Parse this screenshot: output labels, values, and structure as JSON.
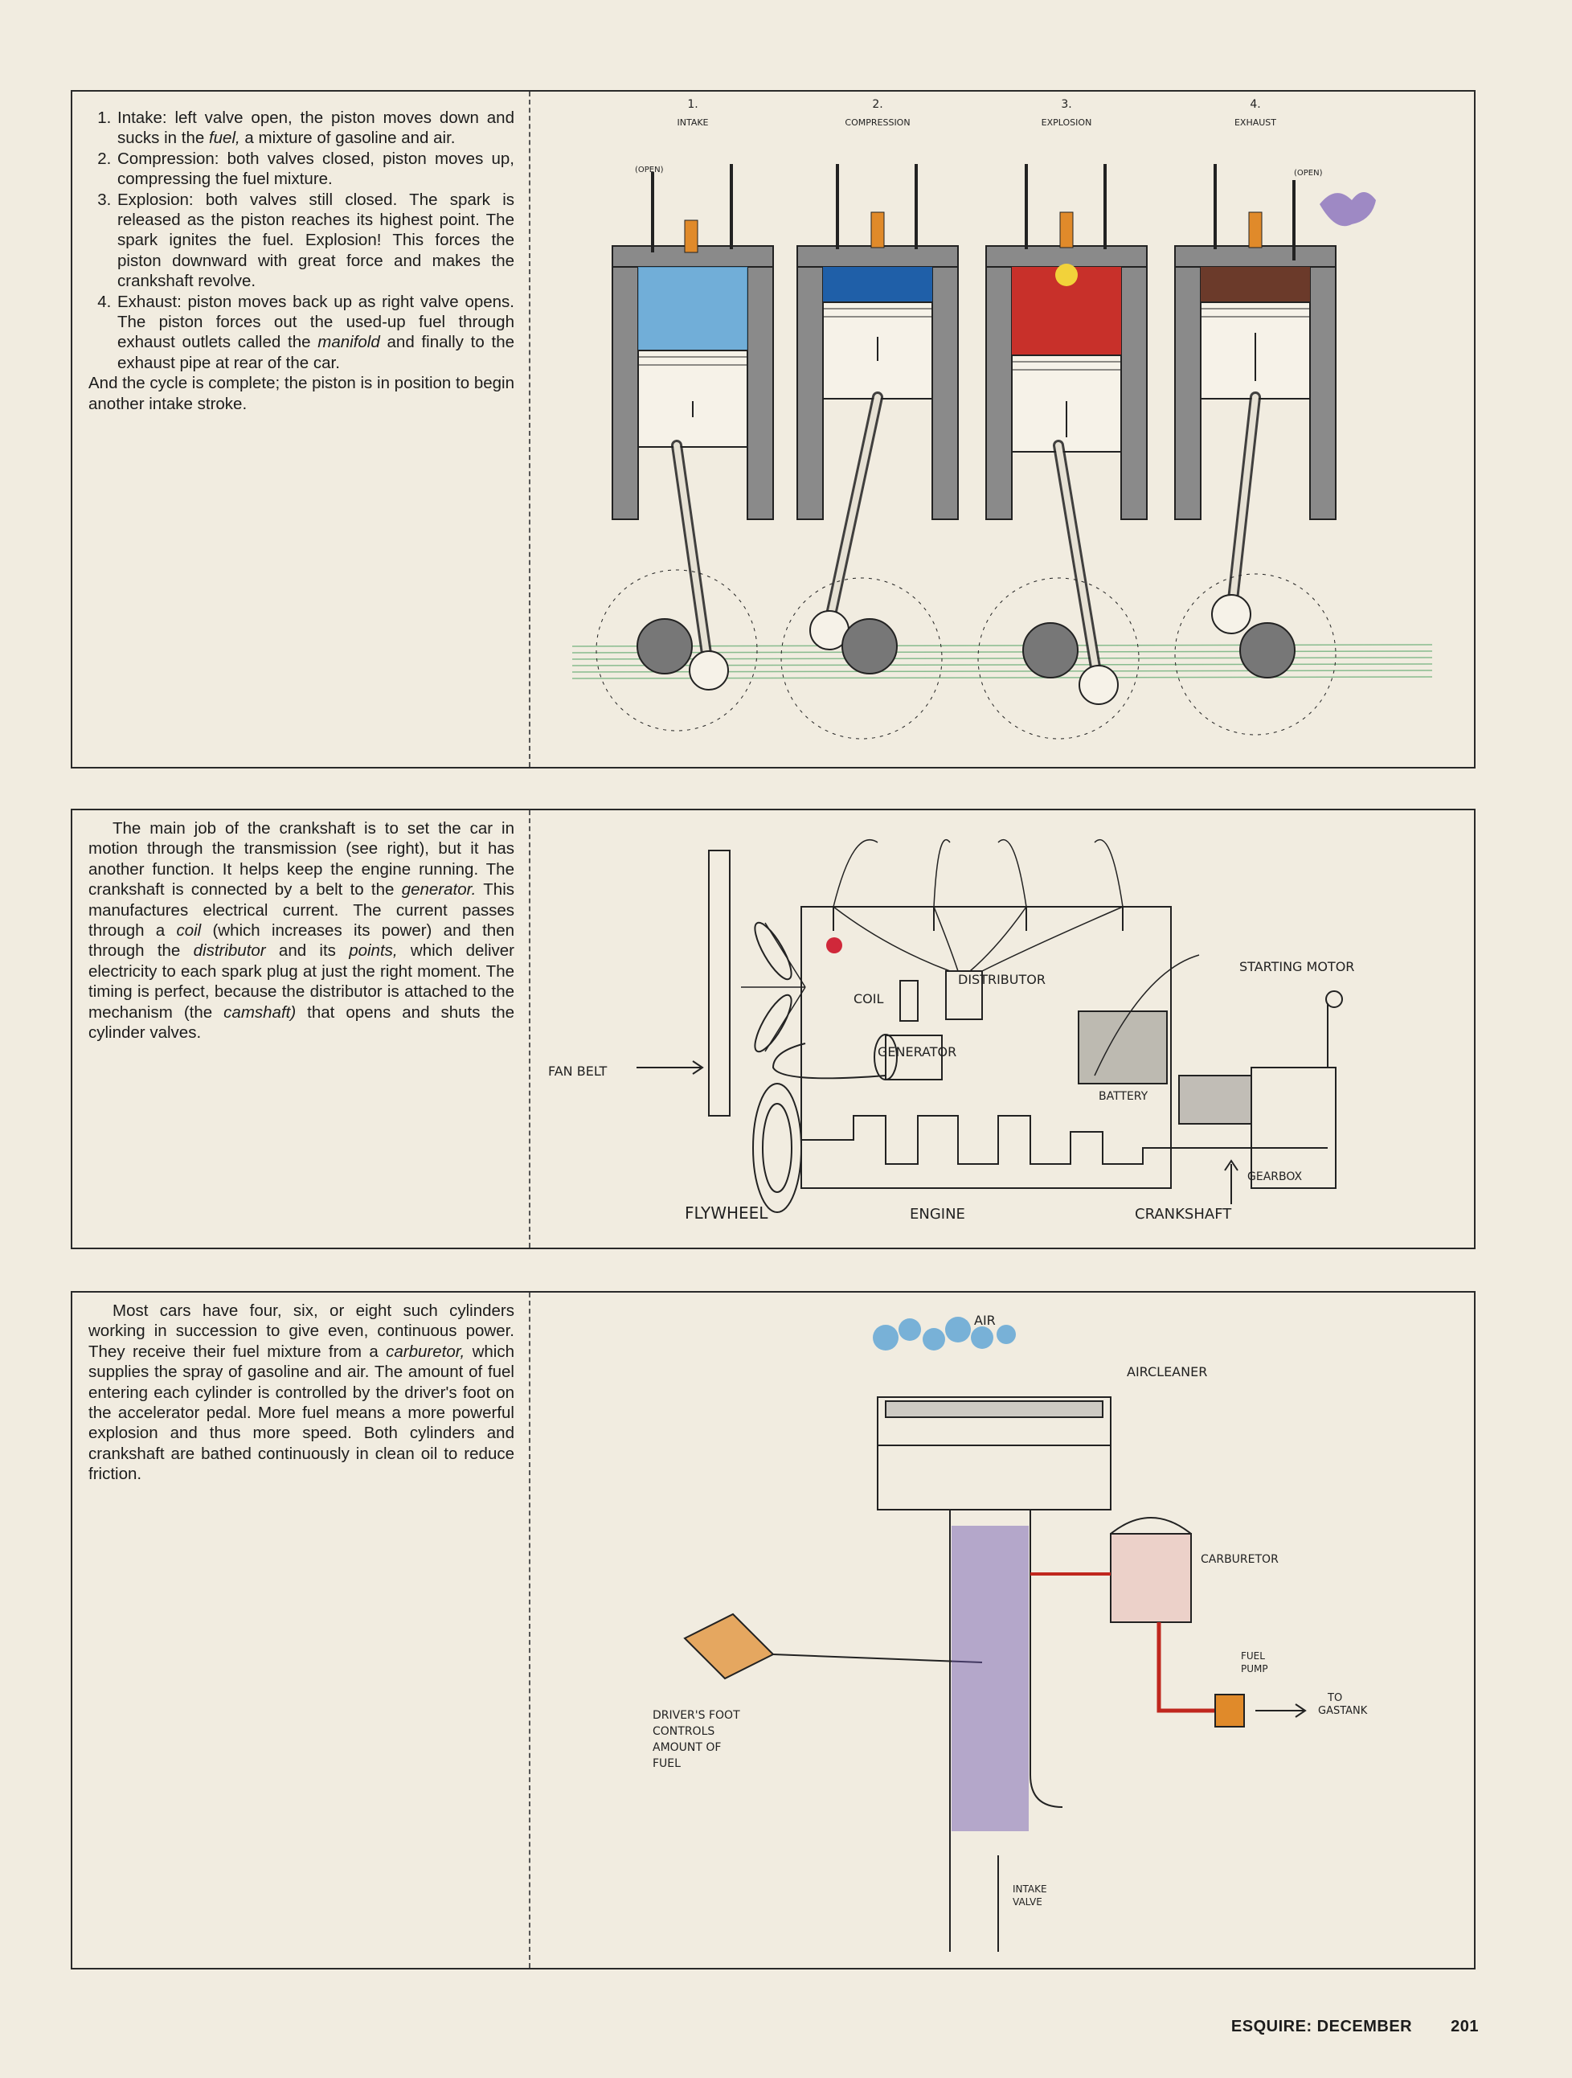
{
  "panel1": {
    "steps": [
      {
        "label": "Intake: ",
        "a": "left valve open, the piston moves down and sucks in the ",
        "em": "fuel,",
        "b": " a mixture of gasoline and air."
      },
      {
        "label": "Compression: ",
        "a": "both valves closed, piston moves up, compressing the fuel mixture.",
        "em": "",
        "b": ""
      },
      {
        "label": "Explosion: ",
        "a": "both valves still closed. The spark is released as the piston reaches its highest point. The spark ignites the fuel. Explosion! This forces the piston downward with great force and makes the crankshaft revolve.",
        "em": "",
        "b": ""
      },
      {
        "label": "Exhaust: ",
        "a": "piston moves back up as right valve opens. The piston forces out the used-up fuel through exhaust outlets called the ",
        "em": "manifold",
        "b": " and finally to the exhaust pipe at rear of the car."
      }
    ],
    "closing": "And the cycle is complete; the piston is in position to begin another intake stroke.",
    "diagram": {
      "stages": [
        {
          "num": "1.",
          "name": "INTAKE",
          "fill": "#5aa3d6"
        },
        {
          "num": "2.",
          "name": "COMPRESSION",
          "fill": "#1f5fa8"
        },
        {
          "num": "3.",
          "name": "EXPLOSION",
          "fill": "#c8302a"
        },
        {
          "num": "4.",
          "name": "EXHAUST",
          "fill": "#6b3a2a"
        }
      ],
      "open_left": "(OPEN)",
      "open_right": "(OPEN)"
    }
  },
  "panel2": {
    "p1": "The main job of the crankshaft is to set the car in motion through the transmission (see right), but it has another function. It helps keep the engine running. The crankshaft is connected by a belt to the ",
    "generator": "generator.",
    "p2": " This manufactures electrical current. The current passes through a ",
    "coil": "coil",
    "p3": " (which increases its power) and then through the ",
    "distributor": "distributor",
    "p4": " and its ",
    "points": "points,",
    "p5": " which deliver electricity to each spark plug at just the right moment. The timing is perfect, because the distributor is attached to the mechanism (the ",
    "camshaft": "camshaft)",
    "p6": " that opens and shuts the cylinder valves.",
    "diagram": {
      "distributor": "DISTRIBUTOR",
      "coil": "COIL",
      "starting_motor": "STARTING MOTOR",
      "fan_belt": "FAN BELT",
      "generator": "GENERATOR",
      "battery": "BATTERY",
      "gearbox": "GEARBOX",
      "flywheel": "FLYWHEEL",
      "engine": "ENGINE",
      "crankshaft": "CRANKSHAFT"
    }
  },
  "panel3": {
    "p1": "Most cars have four, six, or eight such cylinders working in succession to give even, continuous power. They receive their fuel mixture from a ",
    "carburetor": "carburetor,",
    "p2": " which supplies the spray of gasoline and air. The amount of fuel entering each cylinder is controlled by the driver's foot on the accelerator pedal. More fuel means a more powerful explosion and thus more speed. Both cylinders and crankshaft are bathed continuously in clean oil to reduce friction.",
    "diagram": {
      "air": "AIR",
      "air_cleaner": "AIRCLEANER",
      "carburetor": "CARBURETOR",
      "fuel_pump_1": "FUEL",
      "fuel_pump_2": "PUMP",
      "gas_1": "TO",
      "gas_2": "GASTANK",
      "foot_1": "DRIVER'S FOOT",
      "foot_2": "CONTROLS",
      "foot_3": "AMOUNT OF",
      "foot_4": "FUEL",
      "valve_1": "INTAKE",
      "valve_2": "VALVE"
    }
  },
  "footer": {
    "magazine": "ESQUIRE: DECEMBER",
    "page": "201"
  },
  "colors": {
    "paper": "#f1ece0",
    "ink": "#1c1c1c",
    "intake": "#5aa3d6",
    "compression": "#1f5fa8",
    "explosion": "#c8302a",
    "exhaust": "#6b3a2a",
    "fuel_line": "#c0271e",
    "spark_plug": "#e08a2a"
  }
}
